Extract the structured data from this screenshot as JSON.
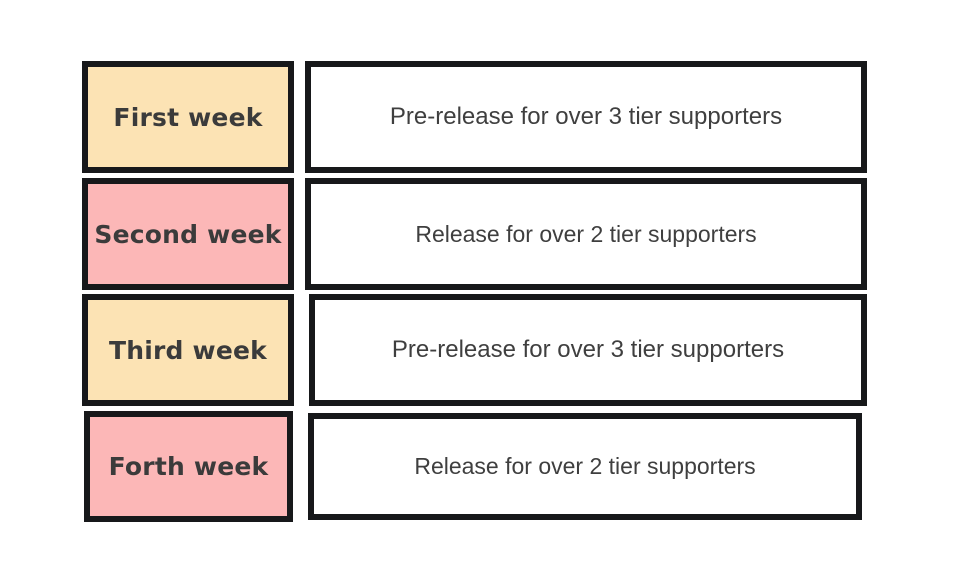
{
  "diagram": {
    "type": "schedule-table",
    "background_color": "#ffffff",
    "border_color": "#17181a",
    "label_text_color": "#3b3b3b",
    "description_text_color": "#3f3f3f",
    "colors": {
      "cream": "#fce3b4",
      "pink": "#fcb7b7"
    },
    "rows": [
      {
        "week_label": "First week",
        "week_fill": "#fce3b4",
        "description": "Pre-release for over 3 tier supporters"
      },
      {
        "week_label": "Second week",
        "week_fill": "#fcb7b7",
        "description": "Release for over 2 tier supporters"
      },
      {
        "week_label": "Third week",
        "week_fill": "#fce3b4",
        "description": "Pre-release for over 3 tier supporters"
      },
      {
        "week_label": "Forth week",
        "week_fill": "#fcb7b7",
        "description": "Release for over 2 tier supporters"
      }
    ]
  }
}
